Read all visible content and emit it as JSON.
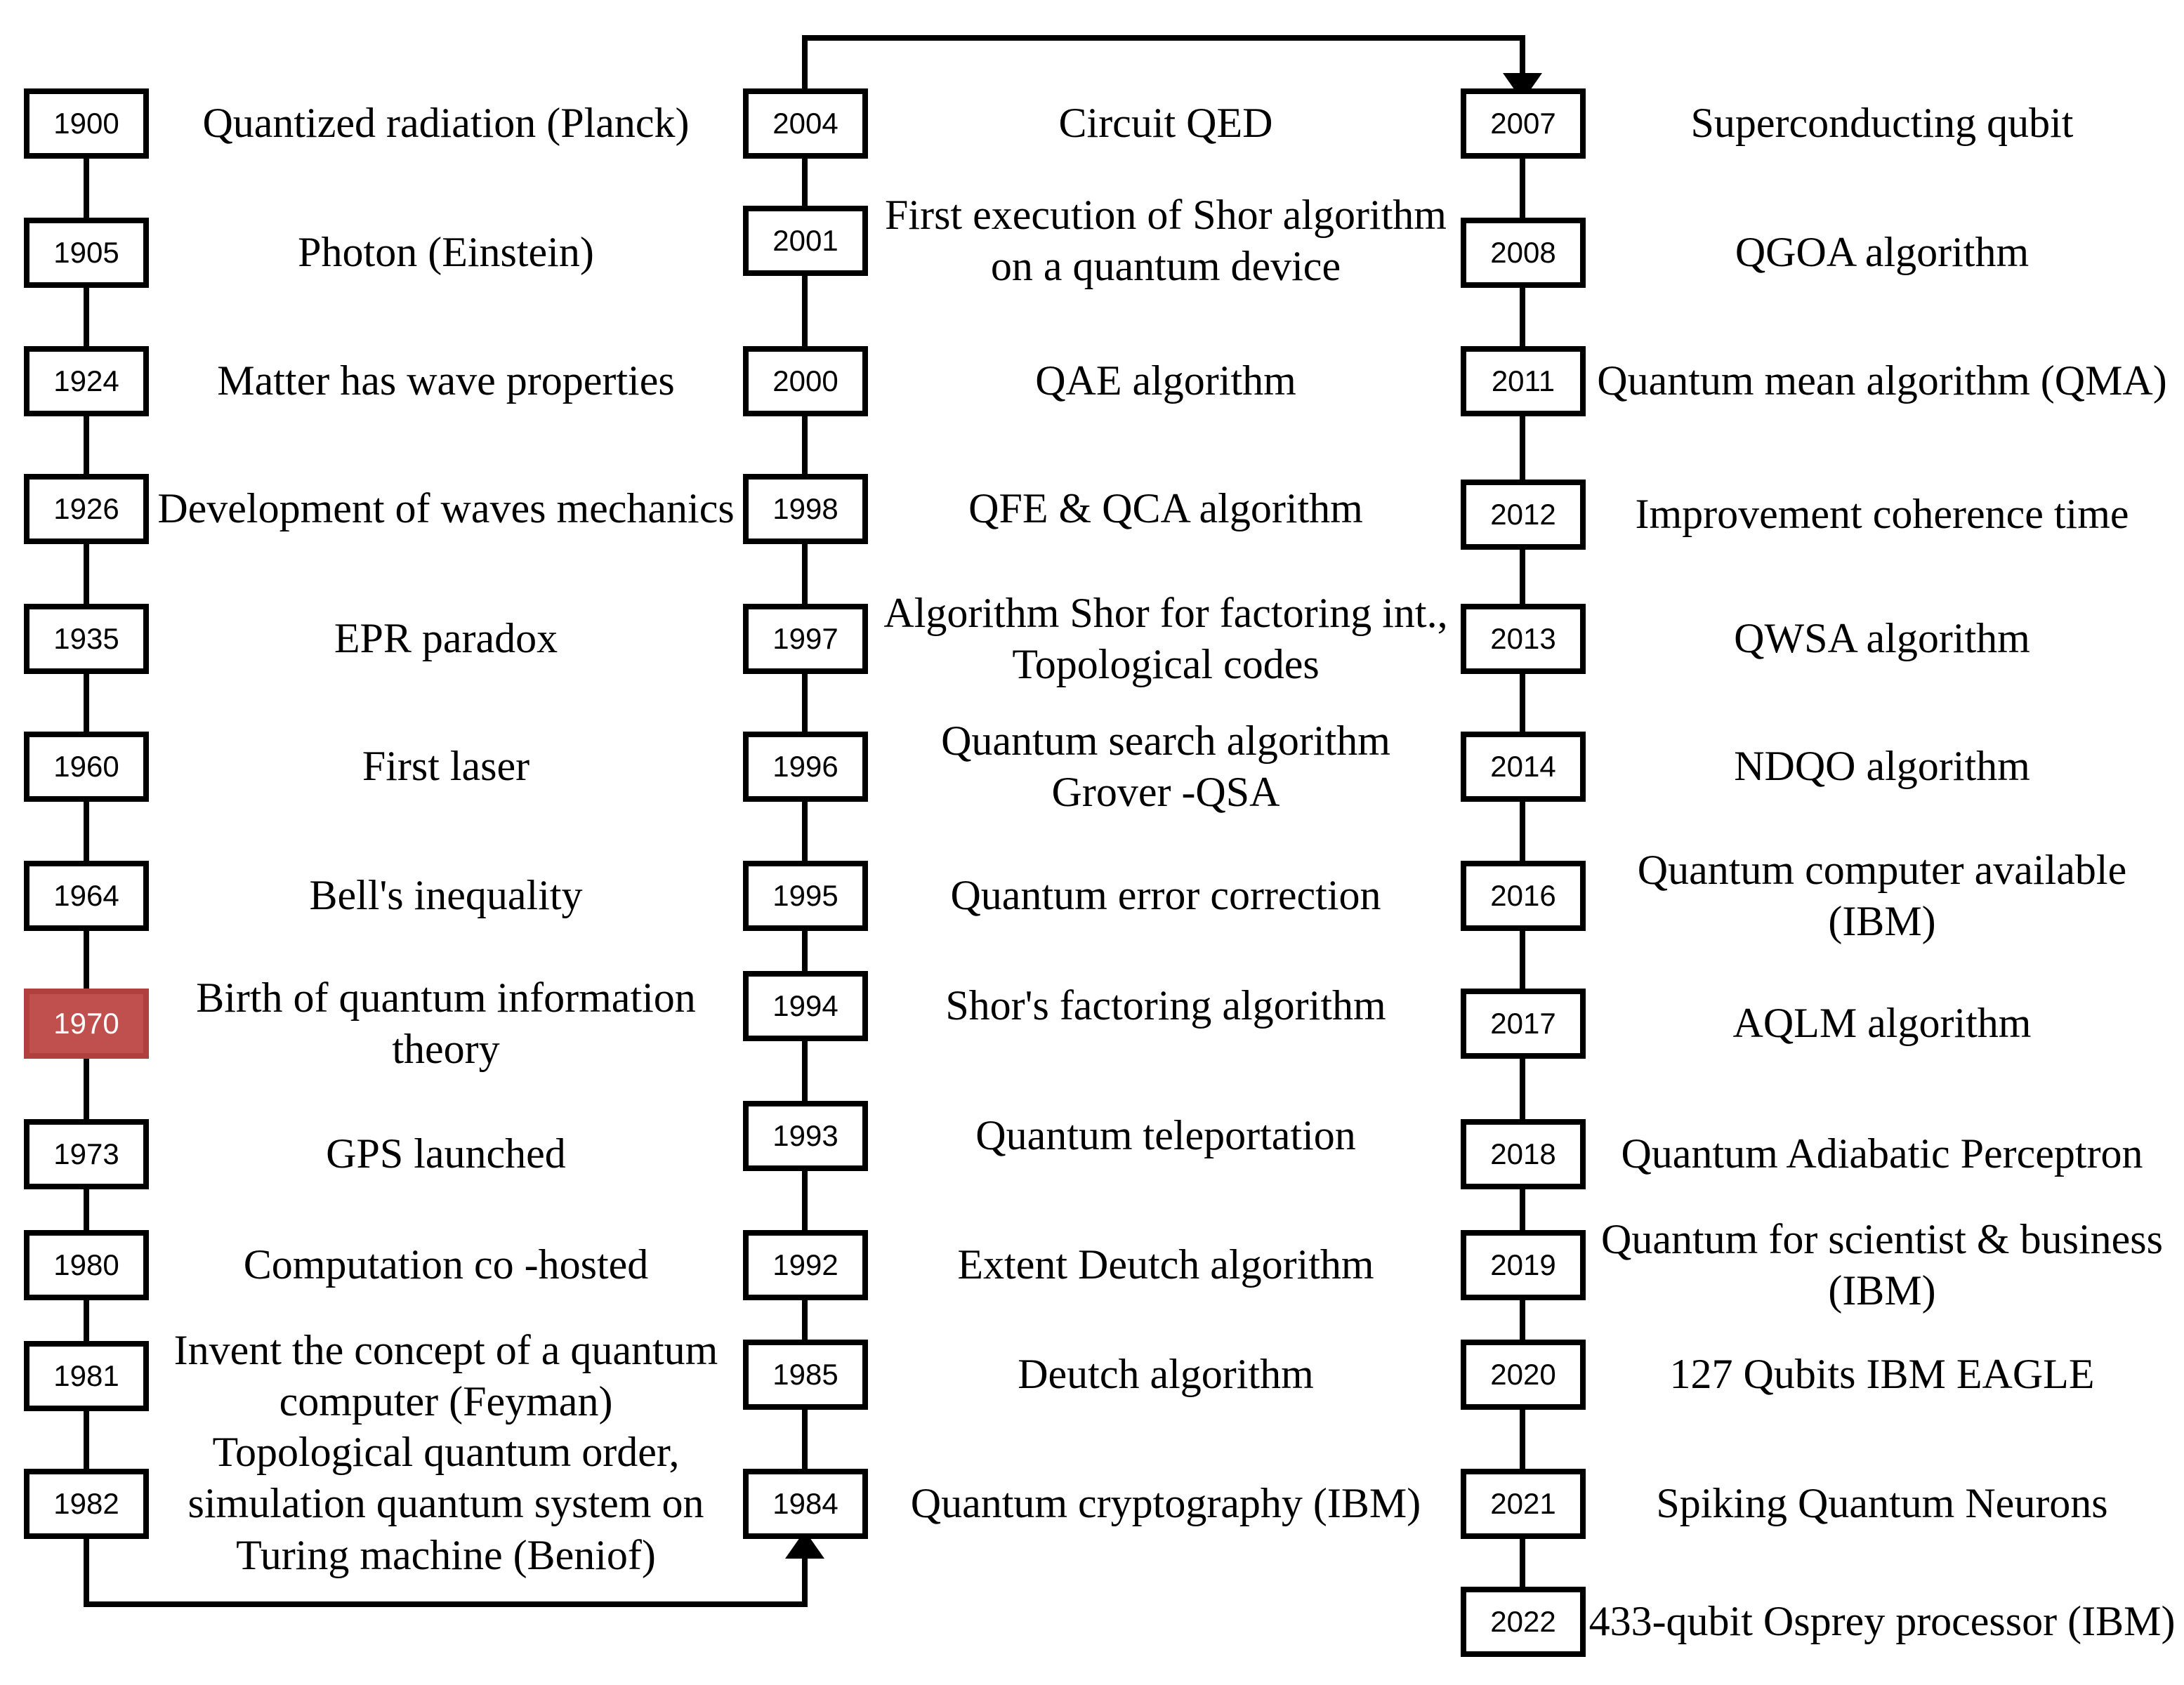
{
  "columns": [
    {
      "id": "left",
      "direction": "down",
      "events": [
        {
          "year": "1900",
          "text": "Quantized radiation (Planck)"
        },
        {
          "year": "1905",
          "text": "Photon (Einstein)"
        },
        {
          "year": "1924",
          "text": "Matter has wave properties"
        },
        {
          "year": "1926",
          "text": "Development of waves mechanics"
        },
        {
          "year": "1935",
          "text": "EPR paradox"
        },
        {
          "year": "1960",
          "text": "First laser"
        },
        {
          "year": "1964",
          "text": "Bell's inequality"
        },
        {
          "year": "1970",
          "text": "Birth of quantum information theory",
          "highlight": true
        },
        {
          "year": "1973",
          "text": "GPS launched"
        },
        {
          "year": "1980",
          "text": "Computation co -hosted"
        },
        {
          "year": "1981",
          "text": "Invent the concept of a quantum computer (Feyman)"
        },
        {
          "year": "1982",
          "text": "Topological quantum order, simulation quantum system on Turing machine (Beniof)"
        }
      ]
    },
    {
      "id": "middle",
      "direction": "up",
      "events": [
        {
          "year": "2004",
          "text": "Circuit QED"
        },
        {
          "year": "2001",
          "text": "First execution of Shor algorithm on a quantum device"
        },
        {
          "year": "2000",
          "text": "QAE algorithm"
        },
        {
          "year": "1998",
          "text": "QFE & QCA algorithm"
        },
        {
          "year": "1997",
          "text": "Algorithm Shor for factoring int., Topological codes"
        },
        {
          "year": "1996",
          "text": "Quantum search algorithm Grover -QSA"
        },
        {
          "year": "1995",
          "text": "Quantum error correction"
        },
        {
          "year": "1994",
          "text": "Shor's factoring algorithm"
        },
        {
          "year": "1993",
          "text": "Quantum teleportation"
        },
        {
          "year": "1992",
          "text": "Extent Deutch algorithm"
        },
        {
          "year": "1985",
          "text": "Deutch algorithm"
        },
        {
          "year": "1984",
          "text": "Quantum cryptography (IBM)"
        }
      ]
    },
    {
      "id": "right",
      "direction": "down",
      "events": [
        {
          "year": "2007",
          "text": "Superconducting qubit"
        },
        {
          "year": "2008",
          "text": "QGOA algorithm"
        },
        {
          "year": "2011",
          "text": "Quantum mean algorithm (QMA)"
        },
        {
          "year": "2012",
          "text": "Improvement coherence time"
        },
        {
          "year": "2013",
          "text": "QWSA algorithm"
        },
        {
          "year": "2014",
          "text": "NDQO algorithm"
        },
        {
          "year": "2016",
          "text": "Quantum computer available (IBM)"
        },
        {
          "year": "2017",
          "text": "AQLM algorithm"
        },
        {
          "year": "2018",
          "text": "Quantum Adiabatic Perceptron"
        },
        {
          "year": "2019",
          "text": "Quantum for scientist & business (IBM)"
        },
        {
          "year": "2020",
          "text": "127 Qubits IBM EAGLE"
        },
        {
          "year": "2021",
          "text": "Spiking Quantum Neurons"
        },
        {
          "year": "2022",
          "text": "433-qubit Osprey processor (IBM)"
        }
      ]
    }
  ],
  "colors": {
    "line": "#000000",
    "box_border": "#000000",
    "highlight_fill": "#c0504d"
  }
}
